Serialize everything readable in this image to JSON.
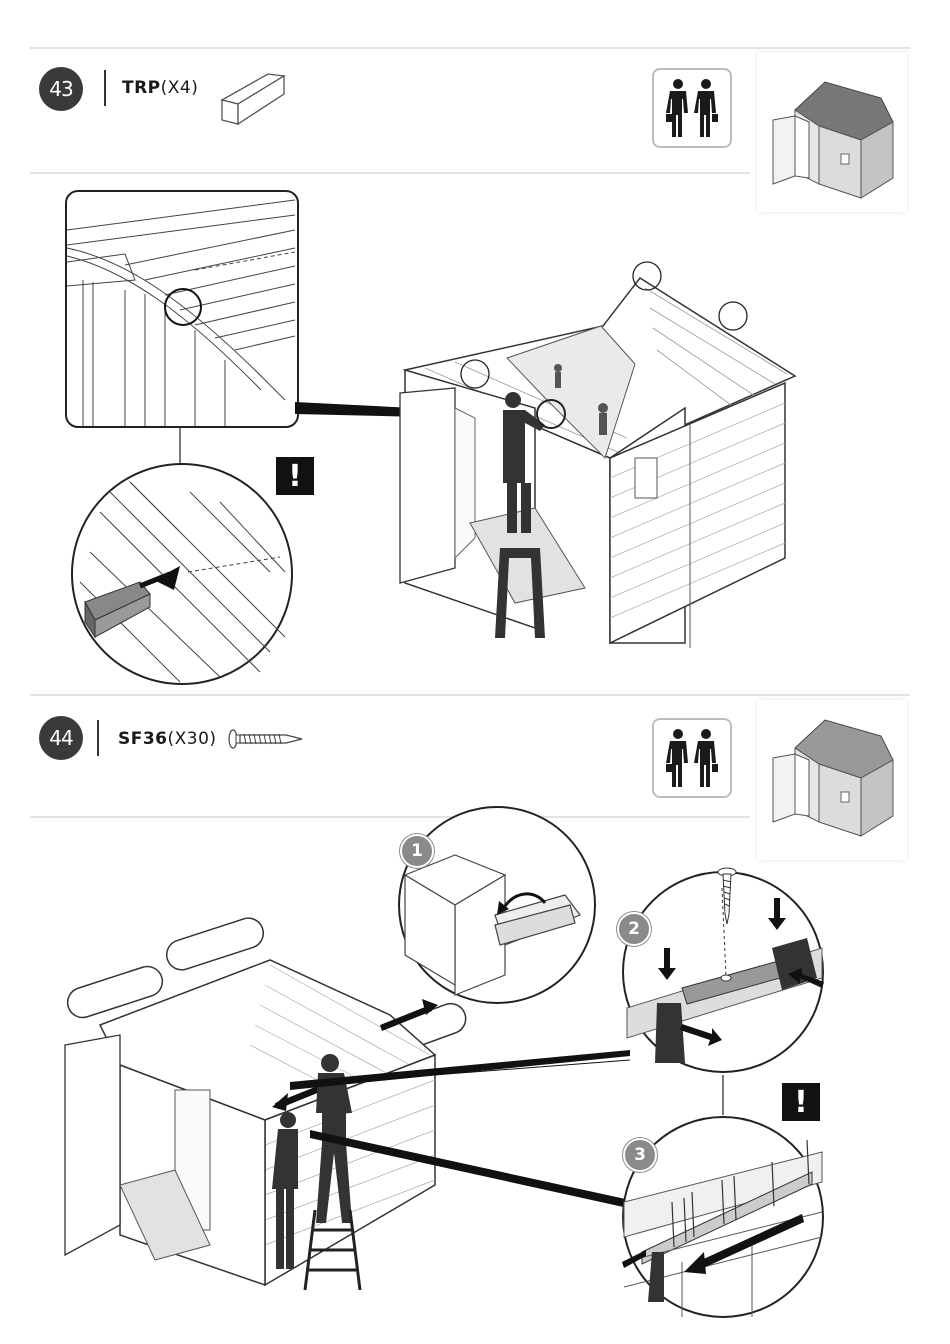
{
  "steps": [
    {
      "number": "43",
      "part_code": "TRP",
      "part_qty": "(X4)",
      "part_icon": "wedge-piece-icon",
      "persons_icon": "two-persons-icon",
      "warning": "!"
    },
    {
      "number": "44",
      "part_code": "SF36",
      "part_qty": "(X30)",
      "part_icon": "screw-icon",
      "persons_icon": "two-persons-icon",
      "warning": "!",
      "callouts": [
        "1",
        "2",
        "3"
      ]
    }
  ]
}
